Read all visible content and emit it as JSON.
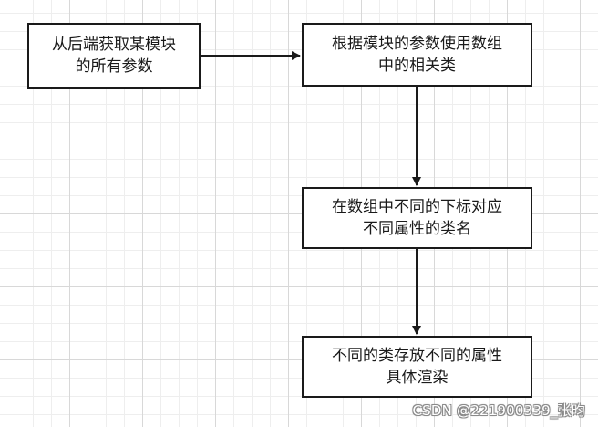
{
  "diagram": {
    "nodes": [
      {
        "id": "fetch-params",
        "label": "从后端获取某模块\n的所有参数"
      },
      {
        "id": "classes-array",
        "label": "根据模块的参数使用数组\n中的相关类"
      },
      {
        "id": "index-mapping",
        "label": "在数组中不同的下标对应\n不同属性的类名"
      },
      {
        "id": "render",
        "label": "不同的类存放不同的属性\n具体渲染"
      }
    ],
    "edges": [
      {
        "from": "fetch-params",
        "to": "classes-array"
      },
      {
        "from": "classes-array",
        "to": "index-mapping"
      },
      {
        "from": "index-mapping",
        "to": "render"
      }
    ],
    "colors": {
      "stroke": "#1a1a1a",
      "grid": "#d8d8d8",
      "background": "#ffffff"
    }
  },
  "watermark": "CSDN @221900339_张昀"
}
